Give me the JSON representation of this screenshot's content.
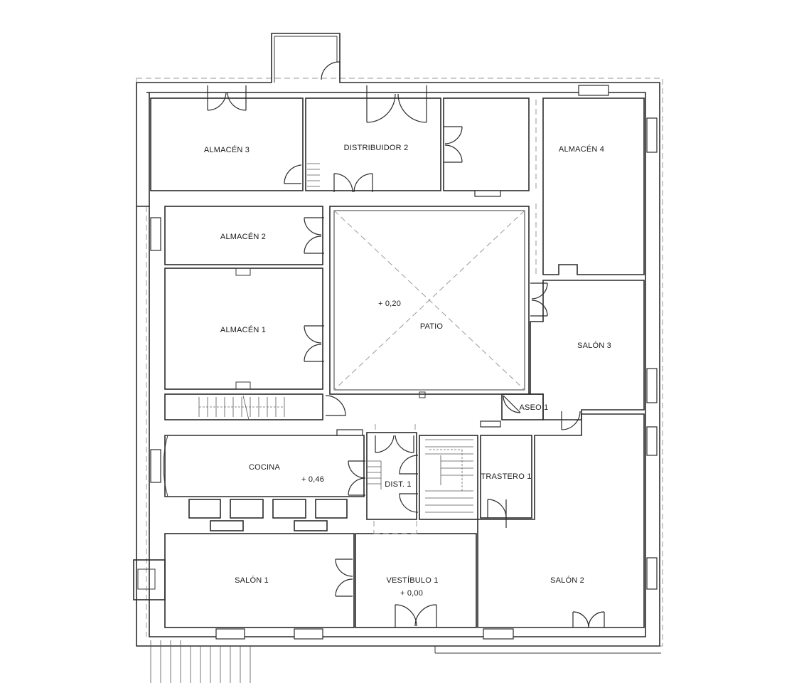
{
  "rooms": {
    "almacen3": "ALMACÉN 3",
    "distribuidor2": "DISTRIBUIDOR 2",
    "almacen4": "ALMACÉN 4",
    "almacen2": "ALMACÉN 2",
    "almacen1": "ALMACÉN 1",
    "patio": "PATIO",
    "salon3": "SALÓN 3",
    "aseo1": "ASEO 1",
    "cocina": "COCINA",
    "dist1": "DIST. 1",
    "trastero1": "TRASTERO 1",
    "salon1": "SALÓN 1",
    "vestibulo1": "VESTÍBULO 1",
    "salon2": "SALÓN 2"
  },
  "levels": {
    "patio": "+ 0,20",
    "cocina": "+ 0,46",
    "vestibulo": "+ 0,00"
  }
}
